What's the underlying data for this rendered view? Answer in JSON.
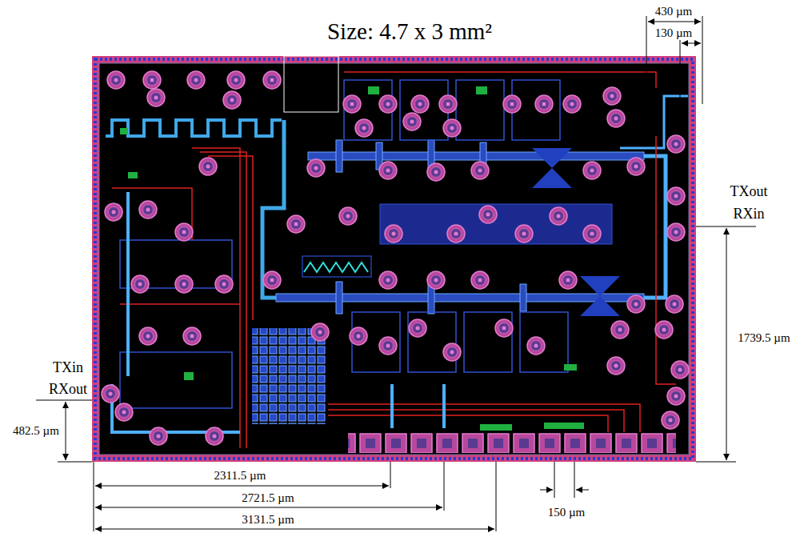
{
  "diagram": {
    "title": "Size: 4.7 x 3 mm²",
    "labels": [
      "430 µm",
      "130 µm",
      "TXout",
      "RXin",
      "1739.5 µm",
      "TXin",
      "RXout",
      "482.5 µm",
      "2311.5 µm",
      "2721.5 µm",
      "3131.5 µm",
      "150 µm"
    ]
  }
}
